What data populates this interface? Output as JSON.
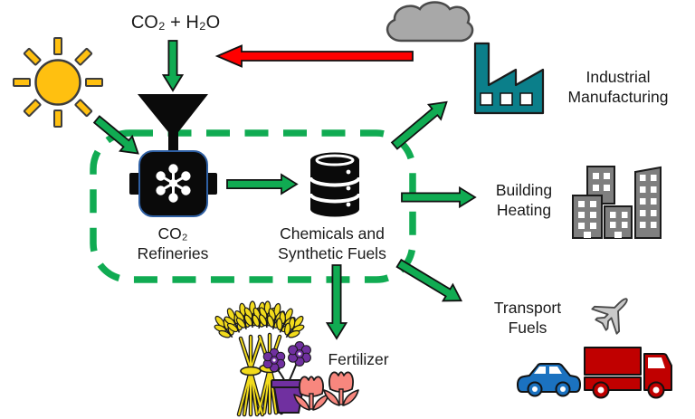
{
  "labels": {
    "input": "CO₂ + H₂O",
    "refinery": "CO₂\nRefineries",
    "products": "Chemicals and\nSynthetic Fuels",
    "industrial": "Industrial\nManufacturing",
    "building": "Building\nHeating",
    "transport": "Transport\nFuels",
    "fertilizer": "Fertilizer"
  },
  "colors": {
    "green": "#10AB52",
    "red": "#FF0000",
    "sun": "#FFC010",
    "cloud": "#A8A8A8",
    "factory": "#0B7F8A",
    "building": "#7F7F7F",
    "plane": "#C9C9C9",
    "car": "#1B72C0",
    "truck": "#C00000",
    "wheat": "#F2DB1C",
    "purple": "#7030A0",
    "tulip": "#F8877E",
    "black": "#0A0A0A"
  },
  "icons": {
    "sun-icon": "sun with rays",
    "cloud-icon": "emissions cloud",
    "funnel-icon": "capture funnel",
    "refinery-icon": "reactor box with molecule",
    "database-icon": "storage cylinder stack",
    "factory-icon": "factory with chimney",
    "buildings-icon": "city buildings",
    "airplane-icon": "airplane",
    "car-icon": "car",
    "truck-icon": "truck",
    "wheat-icon": "wheat sheaves",
    "flowers-icon": "flowers in pot"
  }
}
